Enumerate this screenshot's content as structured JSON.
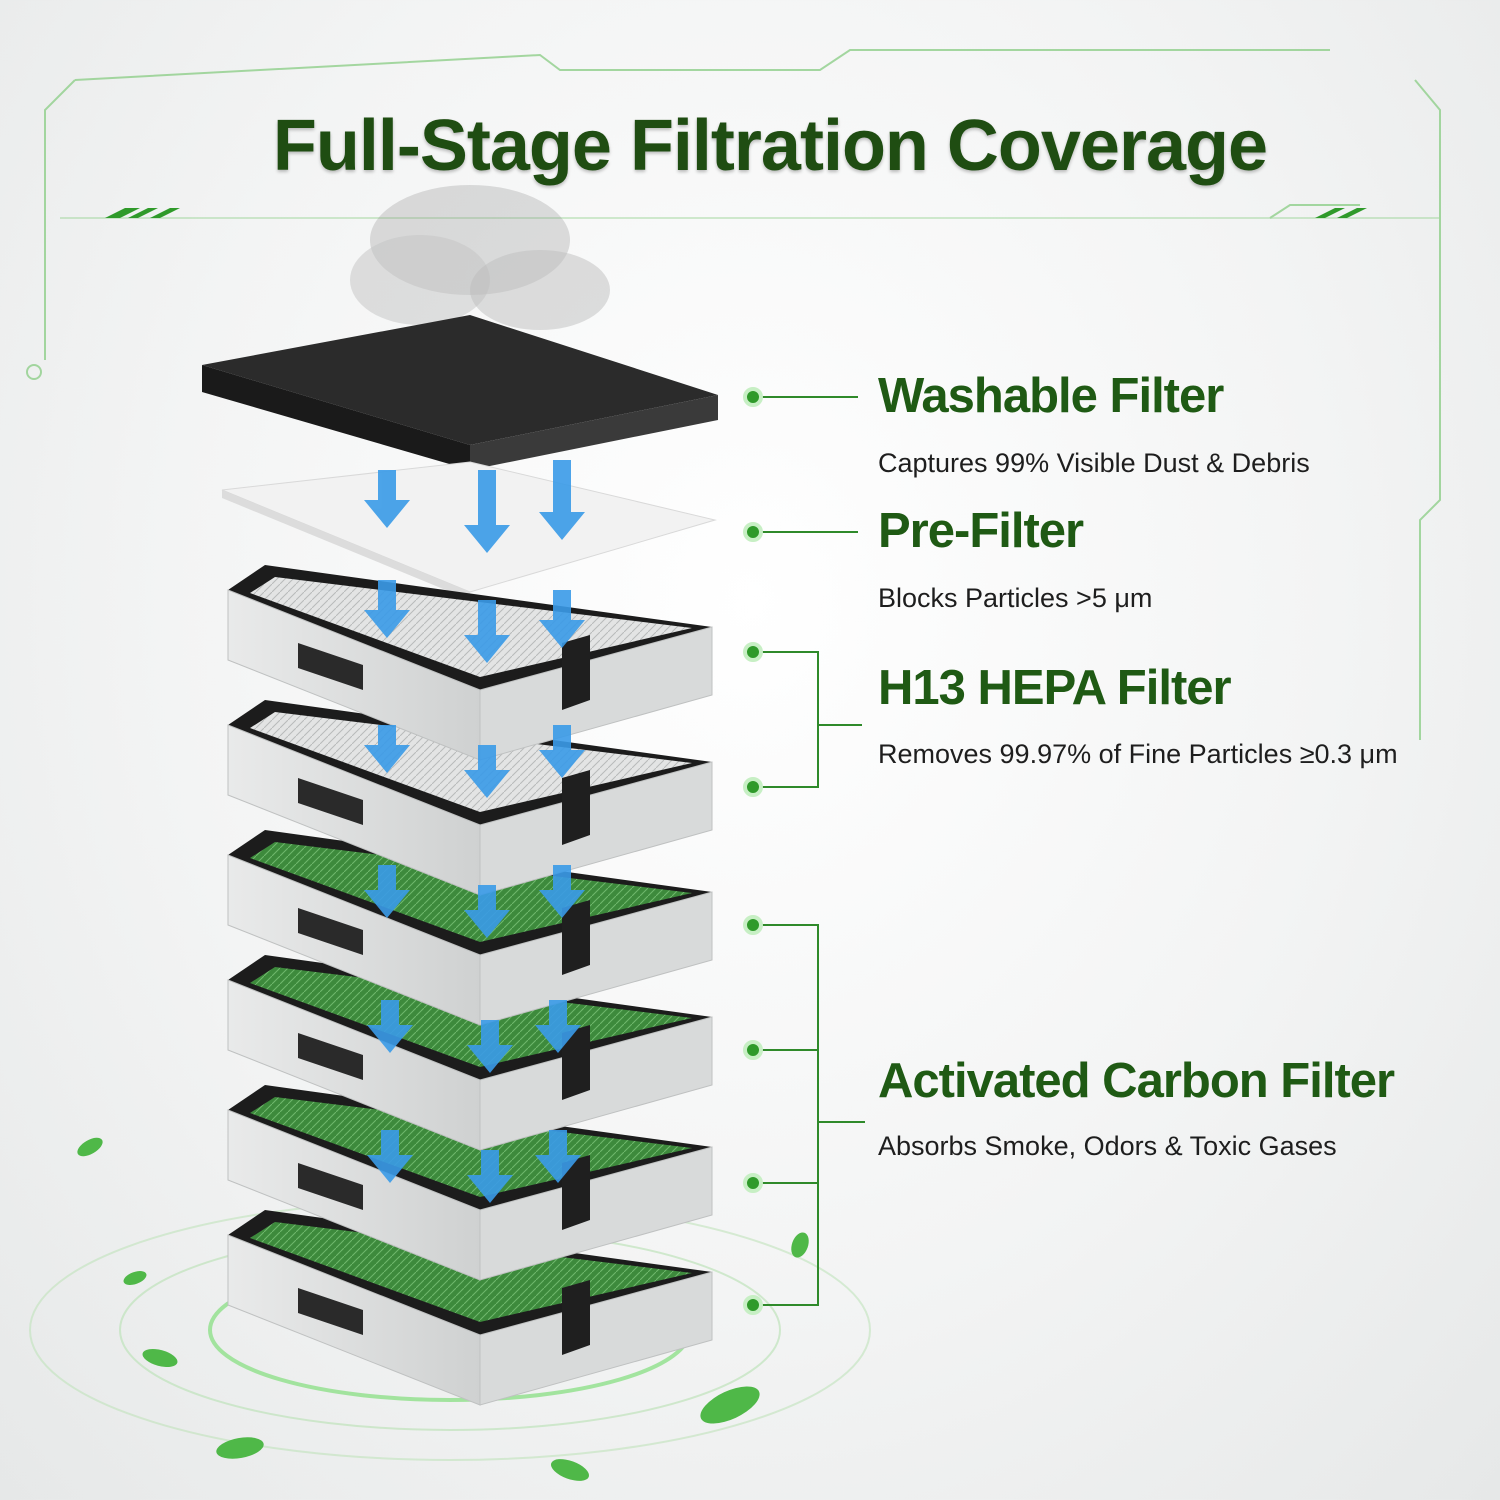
{
  "title": "Full-Stage Filtration Coverage",
  "filters": [
    {
      "name": "Washable Filter",
      "description": "Captures 99% Visible Dust & Debris"
    },
    {
      "name": "Pre-Filter",
      "description": "Blocks Particles >5 μm"
    },
    {
      "name": "H13 HEPA Filter",
      "description": "Removes 99.97% of Fine Particles ≥0.3 μm"
    },
    {
      "name": "Activated Carbon Filter",
      "description": "Absorbs Smoke, Odors & Toxic Gases"
    }
  ],
  "colors": {
    "accent_green": "#1f5a14",
    "connector_green": "#2f8a2a",
    "carbon_mesh": "#3d8a3c",
    "airflow_blue": "#3a9be8",
    "foam_black": "#2a2a2a"
  },
  "icons": [
    "smoke-icon",
    "airflow-arrow-icon",
    "leaf-icon"
  ]
}
